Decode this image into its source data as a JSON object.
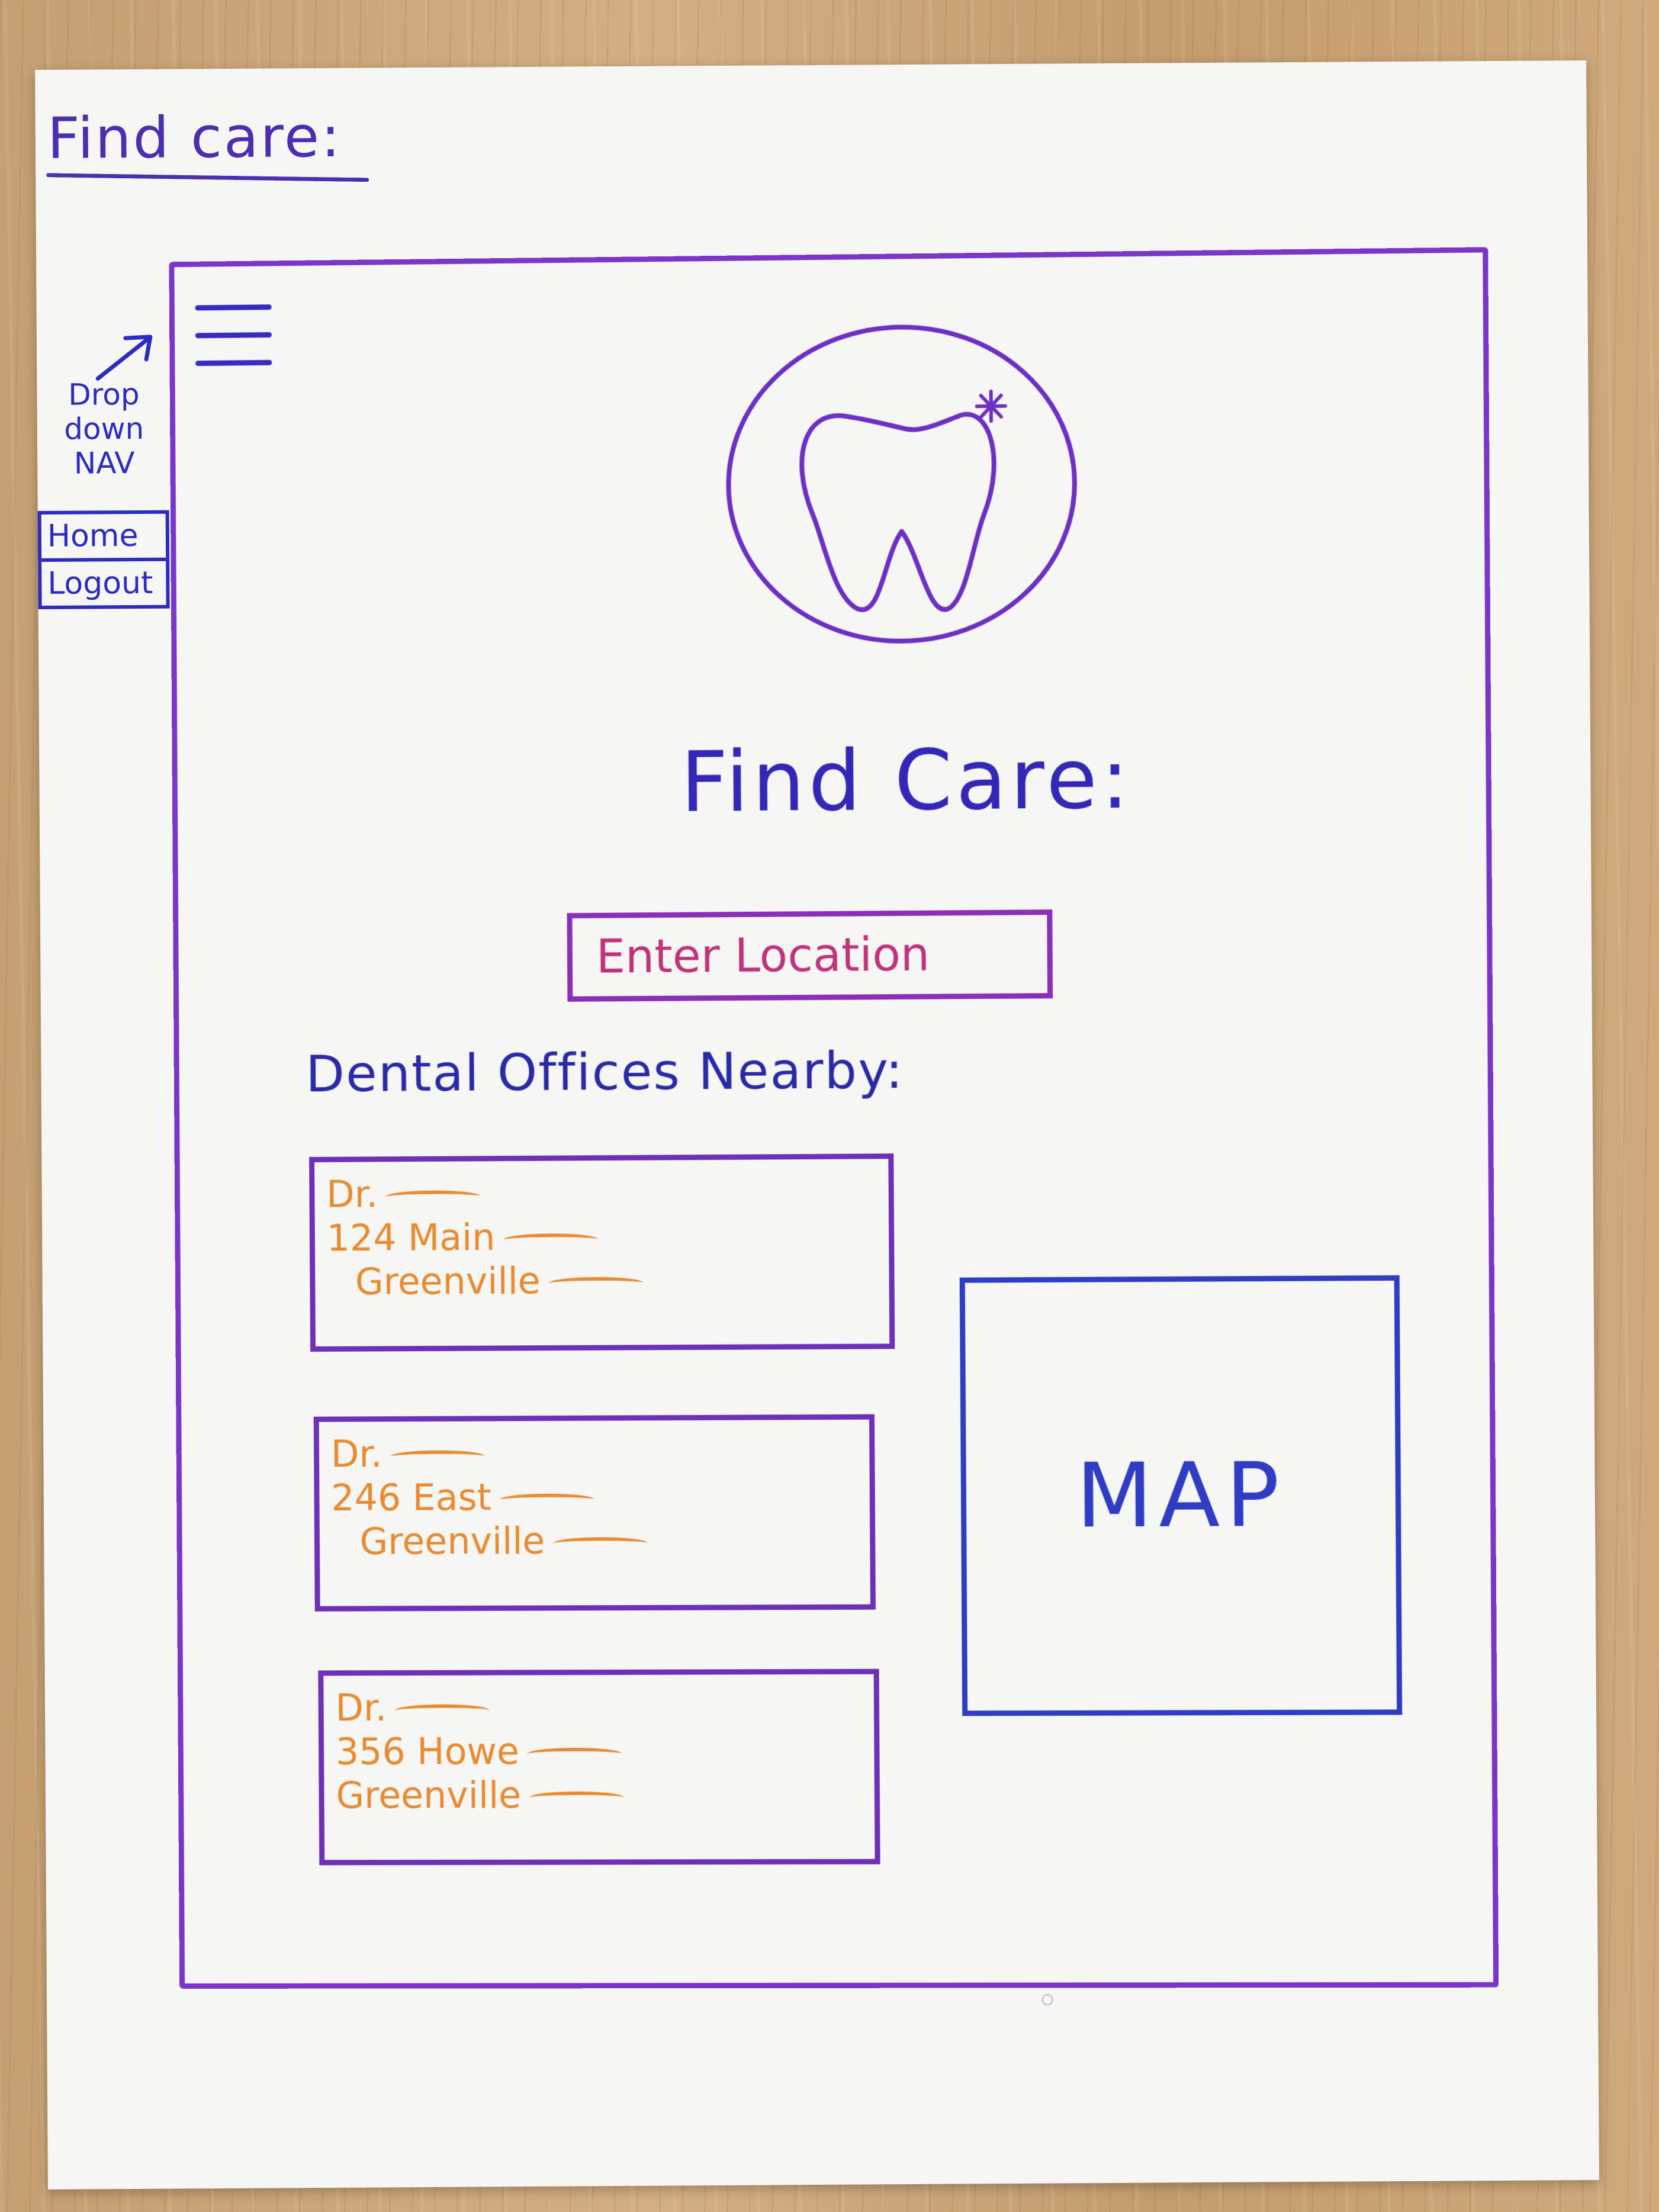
{
  "sheet": {
    "title": "Find care:"
  },
  "annotation": {
    "nav_note": "Drop down NAV",
    "menu_items": [
      "Home",
      "Logout"
    ]
  },
  "app": {
    "page_title": "Find Care:",
    "location_input": {
      "placeholder": "Enter Location"
    },
    "section_label": "Dental Offices Nearby:",
    "offices": [
      {
        "doctor": "Dr.",
        "address": "124 Main",
        "city": "Greenville"
      },
      {
        "doctor": "Dr.",
        "address": "246 East",
        "city": "Greenville"
      },
      {
        "doctor": "Dr.",
        "address": "356 Howe",
        "city": "Greenville"
      }
    ],
    "map_label": "MAP"
  },
  "colors": {
    "frame": "#7a36c8",
    "heading": "#3427b8",
    "input_text": "#c0327a",
    "card_text": "#e88a30",
    "map": "#2f3cc4",
    "annotation": "#2c2cc0"
  },
  "icons": {
    "logo": "tooth-logo-icon",
    "menu": "hamburger-menu-icon",
    "pointer": "arrow-icon"
  }
}
